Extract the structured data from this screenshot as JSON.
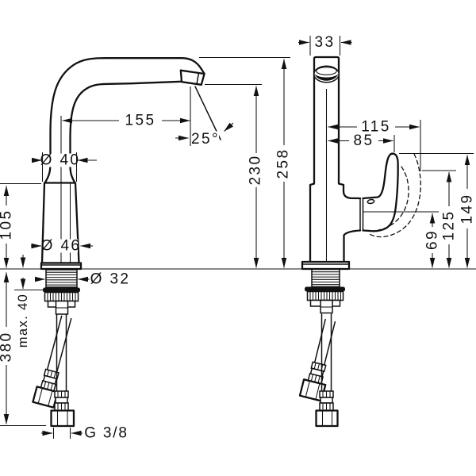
{
  "drawing": {
    "background": "#ffffff",
    "line_color": "#111111",
    "side_view": {
      "spout_reach": "155",
      "spray_angle": "25°",
      "spout_diameter": "Ø 40",
      "body_height": "105",
      "body_diameter": "Ø 46",
      "shank_diameter": "Ø 32",
      "max_mounting_thickness": "max. 40",
      "hose_length": "380",
      "connection_thread": "G 3/8"
    },
    "front_view": {
      "spout_width": "33",
      "handle_swing_reach": "115",
      "handle_reach": "85",
      "outlet_height": "230",
      "total_height": "258",
      "base_height": "69",
      "handle_swing_height": "125",
      "handle_height": "149"
    }
  }
}
